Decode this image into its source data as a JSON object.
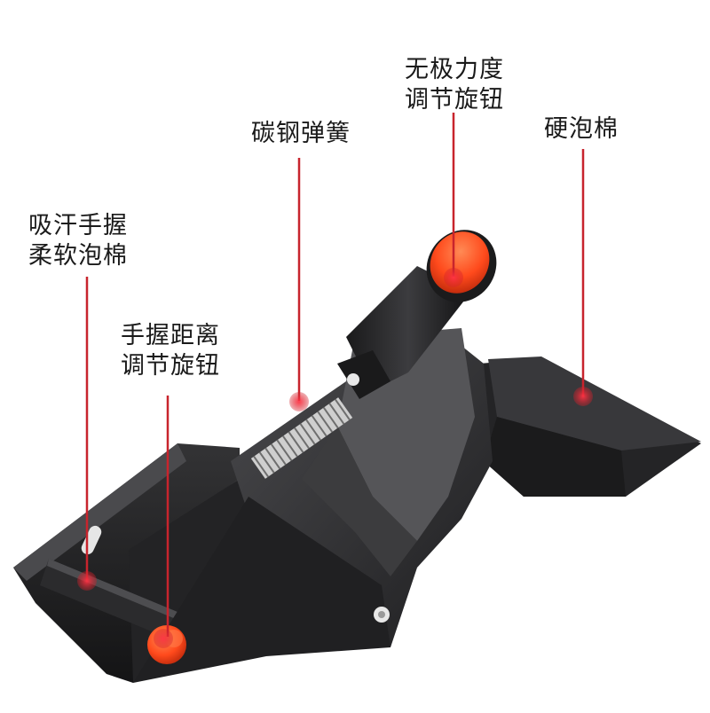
{
  "callouts": {
    "sweat_grip": {
      "line1": "吸汗手握",
      "line2": "柔软泡棉"
    },
    "grip_distance": {
      "line1": "手握距离",
      "line2": "调节旋钮"
    },
    "spring": {
      "line1": "碳钢弹簧"
    },
    "tension_knob": {
      "line1": "无极力度",
      "line2": "调节旋钮"
    },
    "hard_foam": {
      "line1": "硬泡棉"
    }
  },
  "colors": {
    "accent_red": "#d0202a",
    "knob_orange": "#ff4a1c",
    "body_dark": "#2e2e30"
  }
}
